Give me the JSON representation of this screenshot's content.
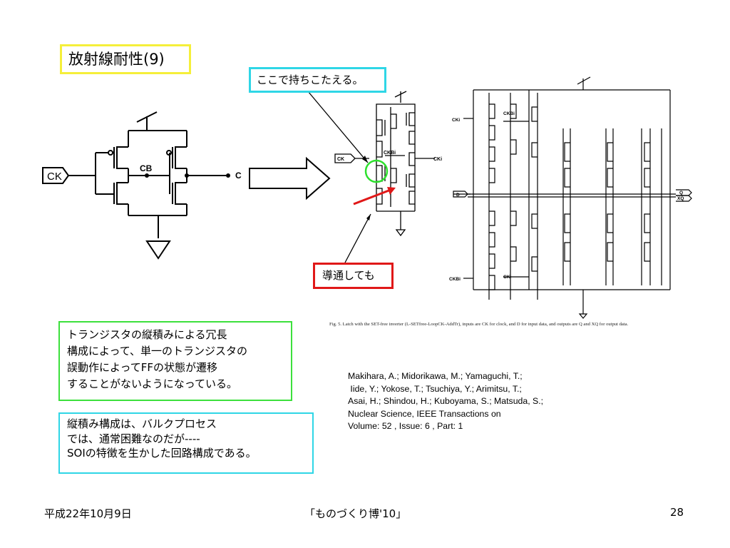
{
  "slide": {
    "title": "放射線耐性(9)",
    "callouts": {
      "hold": "ここで持ちこたえる。",
      "conduct": "導通しても"
    },
    "notes": {
      "redundancy": [
        "トランジスタの縦積みによる冗長",
        "構成によって、単一のトランジスタの",
        "誤動作によってFFの状態が遷移",
        "することがないようになっている。"
      ],
      "bulk": [
        "縦積み構成は、バルクプロセス",
        "では、通常困難なのだが----",
        "SOIの特徴を生かした回路構成である。"
      ]
    },
    "citation": [
      "Makihara, A.; Midorikawa, M.; Yamaguchi, T.;",
      " Iide, Y.; Yokose, T.; Tsuchiya, Y.; Arimitsu, T.;",
      "Asai, H.; Shindou, H.; Kuboyama, S.; Matsuda, S.;",
      "Nuclear Science, IEEE Transactions on",
      "Volume: 52 , Issue: 6 , Part: 1"
    ],
    "figure_caption": "Fig. 5.    Latch with the SET-free inverter (L-SETfree-LoopCK-AddTr), inputs are CK for clock, and D for input data, and outputs are Q and XQ for output data.",
    "circuit_labels": {
      "left_input": "CK",
      "left_mid": "CB",
      "left_out": "C",
      "mid_input": "CK",
      "mid_ckb": "CKBi",
      "mid_out": "CKi",
      "right_cki_top": "CKi",
      "right_ckbi_top": "CKBi",
      "right_d": "D",
      "right_q": "Q",
      "right_xq": "XQ",
      "right_ckbi_bottom": "CKBi",
      "right_cki_bottom": "CKi"
    },
    "colors": {
      "title_border": "#f5ef3a",
      "callout_hold_border": "#2fd6e6",
      "callout_conduct_border": "#e01818",
      "note_redundancy_border": "#3ce03c",
      "note_bulk_border": "#2fd6e6",
      "arrow_red": "#e01818",
      "highlight_circle": "#2ee02e"
    },
    "footer": {
      "date": "平成22年10月9日",
      "event": "「ものづくり博'10」",
      "page": "28"
    }
  }
}
